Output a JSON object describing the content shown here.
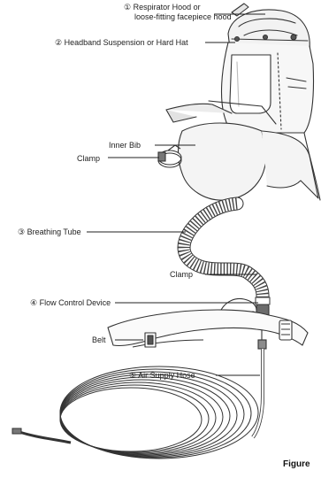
{
  "labels": {
    "hood_line1": "① Respirator Hood or",
    "hood_line2": "loose-fitting facepiece hood",
    "headband": "② Headband Suspension or Hard Hat",
    "inner_bib": "Inner Bib",
    "clamp_top": "Clamp",
    "breathing_tube": "③ Breathing Tube",
    "clamp_bottom": "Clamp",
    "flow_control": "④ Flow Control Device",
    "belt": "Belt",
    "air_supply_hose": "⑤ Air Supply Hose"
  },
  "figure_label": "Figure",
  "colors": {
    "line": "#333333",
    "ink": "#222222",
    "shade": "#bdbdbd",
    "bib_fill": "#f4f4f4",
    "metal": "#8c8c8c"
  }
}
